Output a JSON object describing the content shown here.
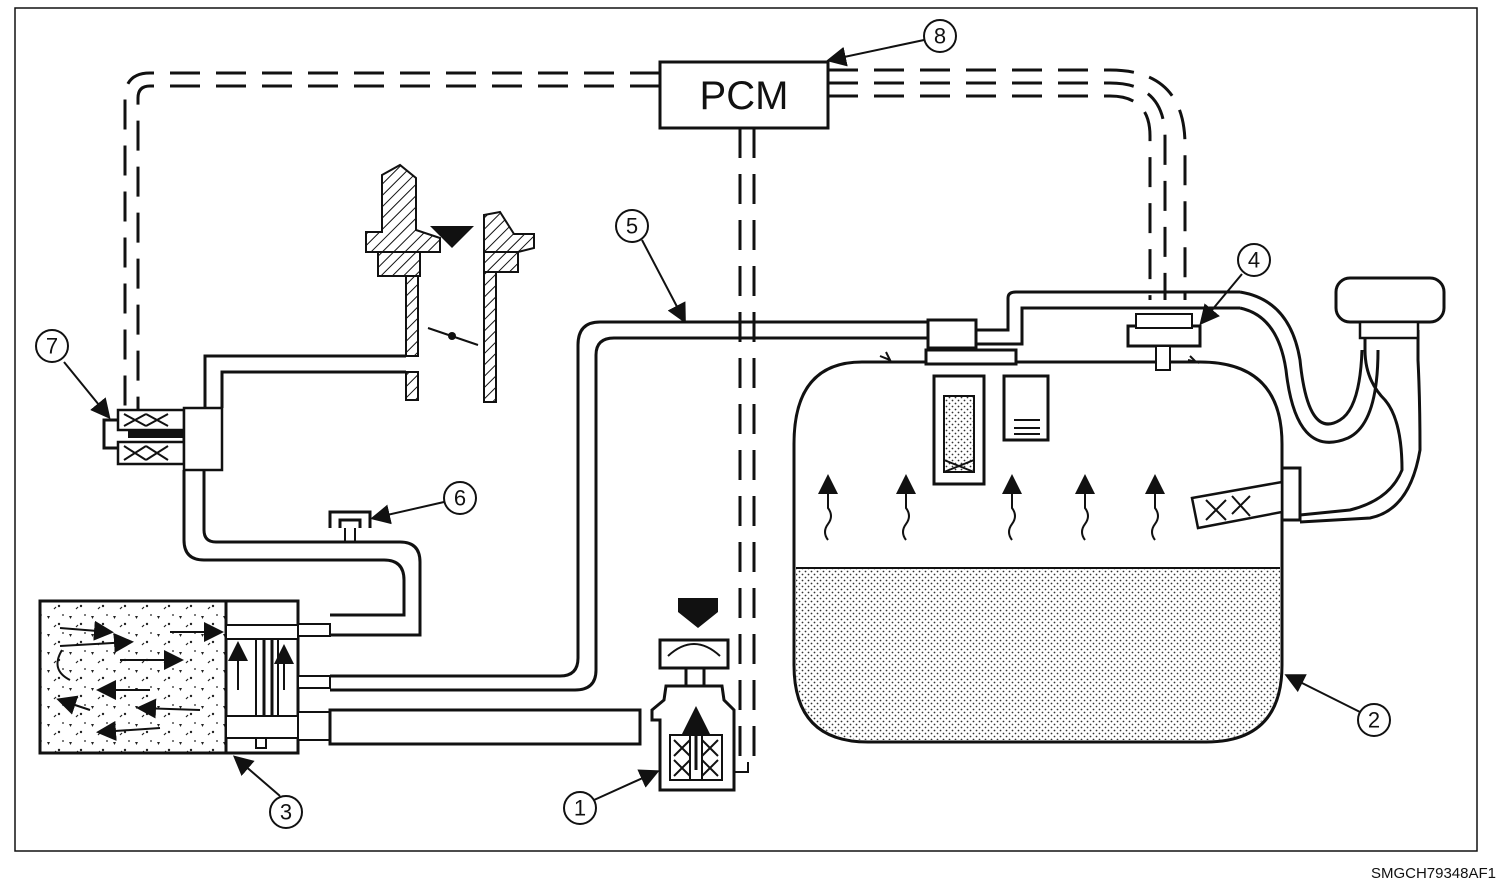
{
  "pcm_label": "PCM",
  "callouts": [
    "1",
    "2",
    "3",
    "4",
    "5",
    "6",
    "7",
    "8"
  ],
  "reference_code": "SMGCH79348AF1"
}
